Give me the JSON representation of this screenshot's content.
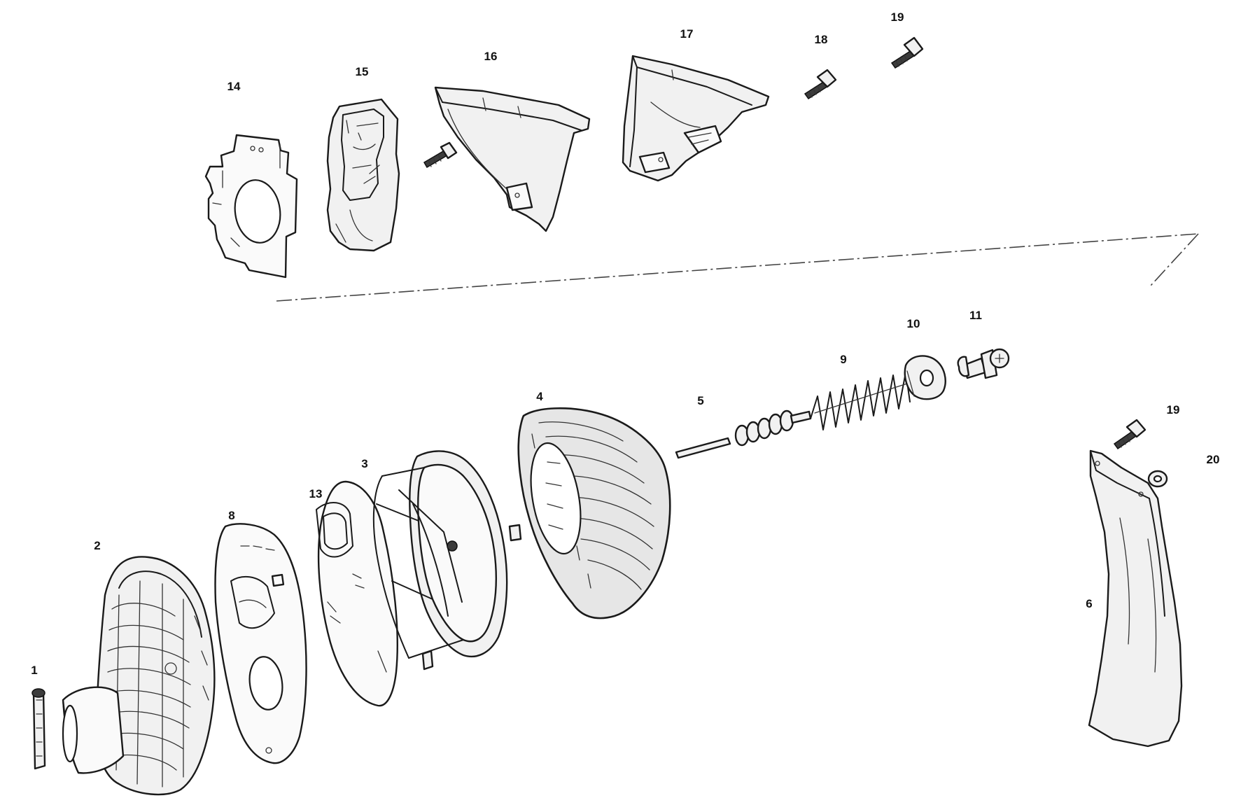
{
  "figure": {
    "type": "exploded parts diagram",
    "callouts": {
      "p1": "1",
      "p2": "2",
      "p3": "3",
      "p4": "4",
      "p5": "5",
      "p6": "6",
      "p8": "8",
      "p9": "9",
      "p10": "10",
      "p11": "11",
      "p13": "13",
      "p14": "14",
      "p15": "15",
      "p16": "16",
      "p17": "17",
      "p18": "18",
      "p19_top": "19",
      "p19_right": "19",
      "p20": "20"
    }
  }
}
